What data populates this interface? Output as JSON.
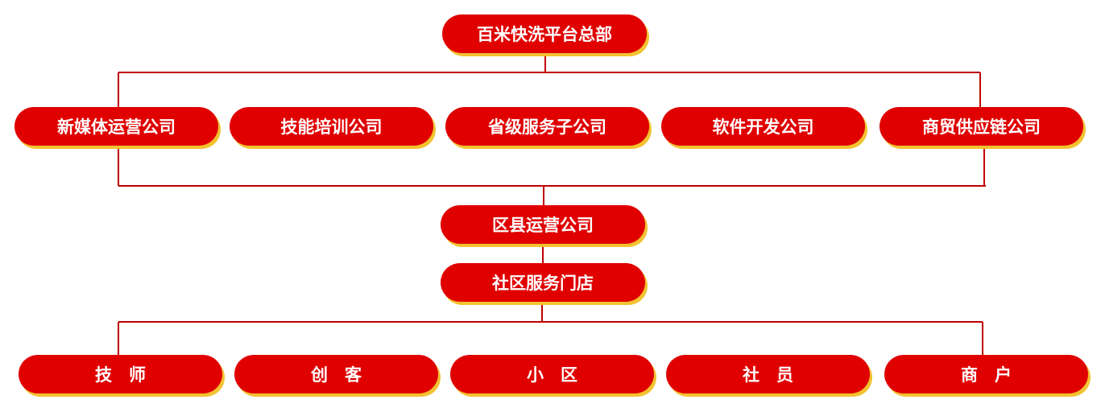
{
  "colors": {
    "box": "#e00000",
    "shadow": "#f2c230",
    "line": "#c00000",
    "text": "#ffffff"
  },
  "nodes": {
    "root": "百米快洗平台总部",
    "subsidiaries": [
      "新媒体运营公司",
      "技能培训公司",
      "省级服务子公司",
      "软件开发公司",
      "商贸供应链公司"
    ],
    "district": "区县运营公司",
    "store": "社区服务门店",
    "members": [
      "技　师",
      "创　客",
      "小　区",
      "社　员",
      "商　户"
    ]
  }
}
